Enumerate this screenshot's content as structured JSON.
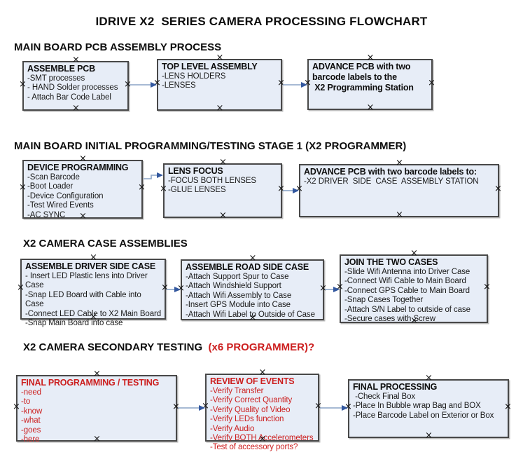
{
  "title": "IDRIVE X2  SERIES CAMERA PROCESSING FLOWCHART",
  "colors": {
    "box_fill": "#e7edf7",
    "box_border": "#484848",
    "arrow_line": "#8aa3c6",
    "arrow_head": "#33589f",
    "red_text": "#cc1f1f",
    "black_text": "#0d0d0d",
    "background": "#ffffff"
  },
  "sections": [
    {
      "heading": "MAIN BOARD PCB ASSEMBLY PROCESS",
      "boxes": [
        {
          "id": "assemble-pcb",
          "title": "ASSEMBLE PCB",
          "items": [
            "-SMT processes",
            "- HAND Solder processes",
            "- Attach Bar Code Label"
          ]
        },
        {
          "id": "top-level-assembly",
          "title": "TOP LEVEL ASSEMBLY",
          "items": [
            "-LENS HOLDERS",
            "-LENSES"
          ]
        },
        {
          "id": "advance-pcb-to-programming-station",
          "title": "ADVANCE PCB with two\nbarcode labels to the\n X2 Programming Station",
          "items": []
        }
      ]
    },
    {
      "heading": "MAIN BOARD INITIAL PROGRAMMING/TESTING STAGE 1 (X2 PROGRAMMER)",
      "boxes": [
        {
          "id": "device-programming",
          "title": "DEVICE PROGRAMMING",
          "items": [
            "-Scan Barcode",
            "-Boot Loader",
            "-Device Configuration",
            "-Test Wired Events",
            "-AC SYNC"
          ]
        },
        {
          "id": "lens-focus",
          "title": "LENS FOCUS",
          "items": [
            "-FOCUS BOTH LENSES",
            "-GLUE LENSES"
          ]
        },
        {
          "id": "advance-pcb-to-driver-side",
          "title": "ADVANCE PCB with two barcode labels to:",
          "items": [
            "-X2 DRIVER  SIDE  CASE  ASSEMBLY STATION"
          ]
        }
      ]
    },
    {
      "heading": "X2 CAMERA CASE ASSEMBLIES",
      "boxes": [
        {
          "id": "assemble-driver-side-case",
          "title": "ASSEMBLE DRIVER SIDE CASE",
          "items": [
            "- Insert LED Plastic lens into Driver Case",
            "-Snap LED Board with Cable into Case",
            "-Connect LED Cable to X2 Main Board",
            "-Snap Main Board into case"
          ]
        },
        {
          "id": "assemble-road-side-case",
          "title": "ASSEMBLE ROAD SIDE CASE",
          "items": [
            "-Attach Support Spur to Case",
            "-Attach Windshield Support",
            "-Attach Wifi Assembly to Case",
            "-Insert GPS Module into Case",
            "-Attach Wifi Label to Outside of Case"
          ]
        },
        {
          "id": "join-the-two-cases",
          "title": "JOIN THE TWO CASES",
          "items": [
            "-Slide Wifi Antenna into Driver Case",
            "-Connect Wifi Cable to Main Board",
            "-Connect GPS Cable to Main Board",
            "-Snap Cases Together",
            "-Attach S/N Label to outside of case",
            "-Secure cases with Screw"
          ]
        }
      ]
    },
    {
      "heading": "X2 CAMERA SECONDARY TESTING  ",
      "heading_red": "(x6 PROGRAMMER)?",
      "boxes": [
        {
          "id": "final-programming-testing",
          "title": "FINAL PROGRAMMING / TESTING",
          "items": [
            "-need",
            "-to",
            "-know",
            "-what",
            "-goes",
            "-here"
          ]
        },
        {
          "id": "review-of-events",
          "title": "REVIEW OF EVENTS",
          "items": [
            "-Verify Transfer",
            "-Verify Correct Quantity",
            "-Verify Quality of Video",
            "-Verify LEDs function",
            "-Verify Audio",
            "-Verify BOTH Accelerometers",
            "-Test of accessory ports?"
          ]
        },
        {
          "id": "final-processing",
          "title": "FINAL PROCESSING",
          "items": [
            " -Check Final Box",
            "-Place In Bubble wrap Bag and BOX",
            "-Place Barcode Label on Exterior or Box"
          ]
        }
      ]
    }
  ],
  "connections": [
    {
      "from": "assemble-pcb",
      "to": "top-level-assembly"
    },
    {
      "from": "top-level-assembly",
      "to": "advance-pcb-to-programming-station"
    },
    {
      "from": "device-programming",
      "to": "lens-focus"
    },
    {
      "from": "lens-focus",
      "to": "advance-pcb-to-driver-side"
    },
    {
      "from": "assemble-driver-side-case",
      "to": "assemble-road-side-case"
    },
    {
      "from": "assemble-road-side-case",
      "to": "join-the-two-cases"
    },
    {
      "from": "final-programming-testing",
      "to": "review-of-events"
    },
    {
      "from": "review-of-events",
      "to": "final-processing"
    }
  ]
}
